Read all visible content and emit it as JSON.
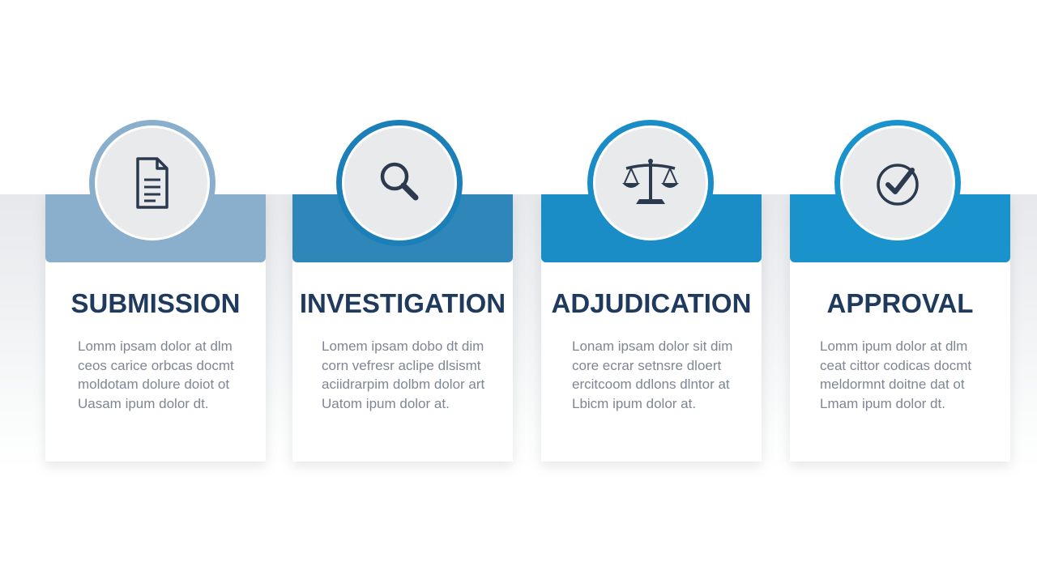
{
  "colors": {
    "step1": "#8aafcc",
    "step2": "#2f86b8",
    "step3": "#1a8cc6",
    "step4": "#1a93cc",
    "ring1": "#8aafcc",
    "ring2": "#1d7fb8",
    "ring3": "#1a8cc6",
    "ring4": "#1a93cc",
    "title": "#1f3a5c",
    "icon": "#2b3a4f"
  },
  "steps": [
    {
      "title": "SUBMISSION",
      "icon": "document-icon",
      "lines": [
        "Lomm ipsam dolor at dlm",
        "ceos carice orbcas docmt",
        "moldotam dolure doiot ot",
        "Uasam ipum dolor dt."
      ]
    },
    {
      "title": "INVESTIGATION",
      "icon": "magnifier-icon",
      "lines": [
        "Lomem ipsam dobo dt dim",
        "corn vefresr aclipe dlsismt",
        "aciidrarpim dolbm dolor art",
        "Uatom ipum dolor at."
      ]
    },
    {
      "title": "ADJUDICATION",
      "icon": "scales-icon",
      "lines": [
        "Lonam ipsam dolor sit dim",
        "core ecrar setnsre dloert",
        "ercitcoom ddlons dlntor at",
        "Lbicm ipum dolor at."
      ]
    },
    {
      "title": "APPROVAL",
      "icon": "checkmark-icon",
      "lines": [
        "Lomm ipum dolor at dlm",
        "ceat cittor codicas docmt",
        "meldormnt doitne dat ot",
        "Lmam ipum dolor dt."
      ]
    }
  ]
}
